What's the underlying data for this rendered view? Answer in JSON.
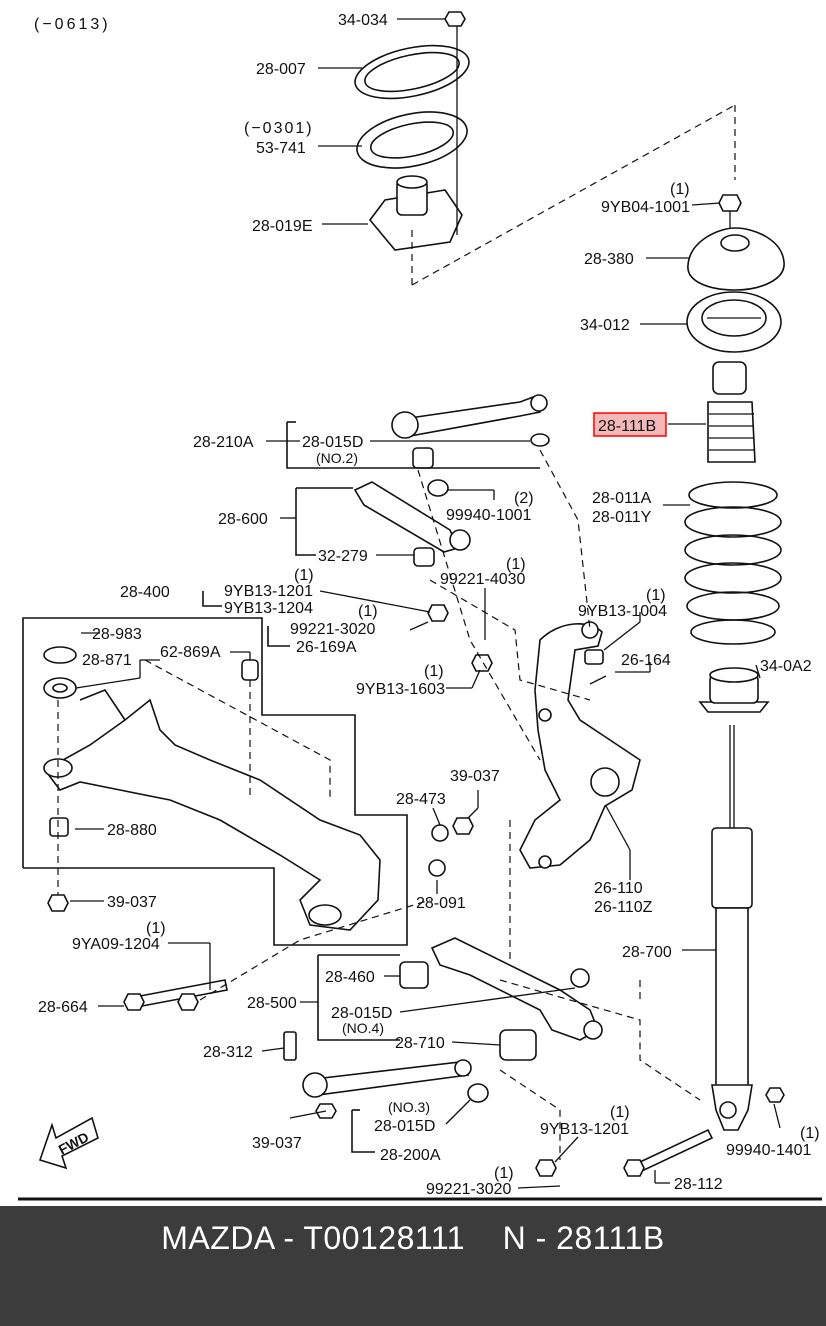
{
  "diagram": {
    "corner_note": "(−0613)",
    "highlight_color": "#ff0000",
    "highlight_fill": "#f4b8b8",
    "highlighted_part": "28-111B",
    "labels": {
      "p34034": "34-034",
      "p28007": "28-007",
      "n0301": "(−0301)",
      "p53741": "53-741",
      "p28019E": "28-019E",
      "n1a": "(1)",
      "p9YB041001": "9YB04-1001",
      "p28380": "28-380",
      "p34012": "34-012",
      "p28111B": "28-111B",
      "p28210A": "28-210A",
      "p28015D_no2": "28-015D",
      "no2": "(NO.2)",
      "p28011A": "28-011A",
      "p28011Y": "28-011Y",
      "p28600": "28-600",
      "n2": "(2)",
      "p999401001": "99940-1001",
      "p32279": "32-279",
      "n1b": "(1)",
      "p992214030": "99221-4030",
      "p28400": "28-400",
      "n1c": "(1)",
      "p9YB131201a": "9YB13-1201",
      "p9YB131204": "9YB13-1204",
      "n1d": "(1)",
      "p9YB131004": "9YB13-1004",
      "p28983": "28-983",
      "n1e": "(1)",
      "p992213020a": "99221-3020",
      "p26169A": "26-169A",
      "p26164": "26-164",
      "p28871": "28-871",
      "p62869A": "62-869A",
      "n1f": "(1)",
      "p9YB131603": "9YB13-1603",
      "p340A2": "34-0A2",
      "p39037a": "39-037",
      "p28473": "28-473",
      "p28880": "28-880",
      "p28091": "28-091",
      "p26110": "26-110",
      "p26110Z": "26-110Z",
      "p39037b": "39-037",
      "n1g": "(1)",
      "p9YA091204": "9YA09-1204",
      "p28700": "28-700",
      "p28460": "28-460",
      "p28664": "28-664",
      "p28500": "28-500",
      "p28015D_no4": "28-015D",
      "no4": "(NO.4)",
      "p28312": "28-312",
      "p28710": "28-710",
      "no3": "(NO.3)",
      "p28015D_no3": "28-015D",
      "p39037c": "39-037",
      "p28200A": "28-200A",
      "n1h": "(1)",
      "p9YB131201b": "9YB13-1201",
      "n1i": "(1)",
      "p999401401": "99940-1401",
      "n1j": "(1)",
      "p992213020b": "99221-3020",
      "p28112": "28-112",
      "fwd": "FWD"
    }
  },
  "footer": {
    "text": "MAZDA - T00128111    N - 28111B",
    "background": "#3c3c3c"
  }
}
